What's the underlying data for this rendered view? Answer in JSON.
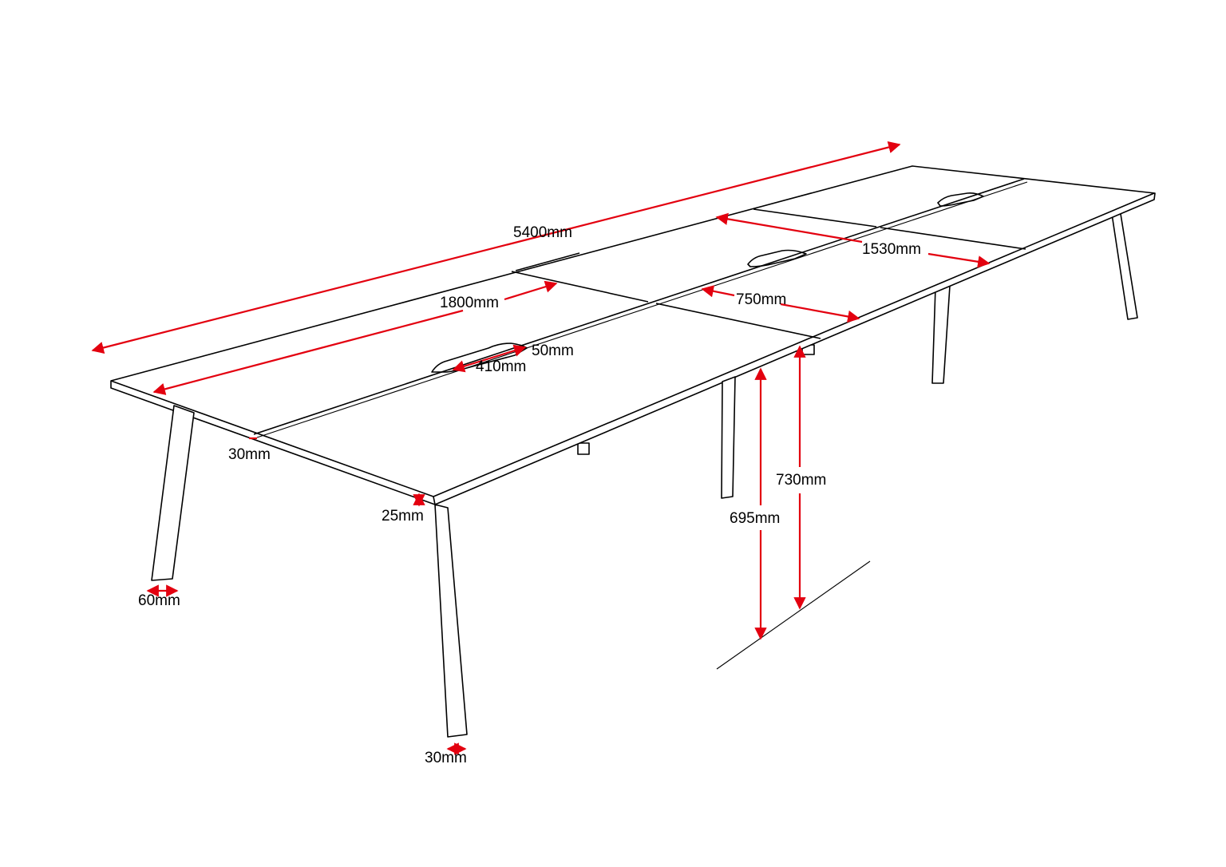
{
  "colors": {
    "outline": "#000000",
    "dimension": "#e3000f",
    "background": "#ffffff"
  },
  "dimensions": {
    "total_length": "5400mm",
    "desk_length": "1800mm",
    "overall_depth": "1530mm",
    "desk_depth": "750mm",
    "grommet_depth": "50mm",
    "grommet_width": "410mm",
    "modesty_gap": "30mm",
    "top_thickness": "25mm",
    "leg_width": "60mm",
    "leg_depth": "30mm",
    "overall_height": "730mm",
    "underside_height": "695mm"
  }
}
